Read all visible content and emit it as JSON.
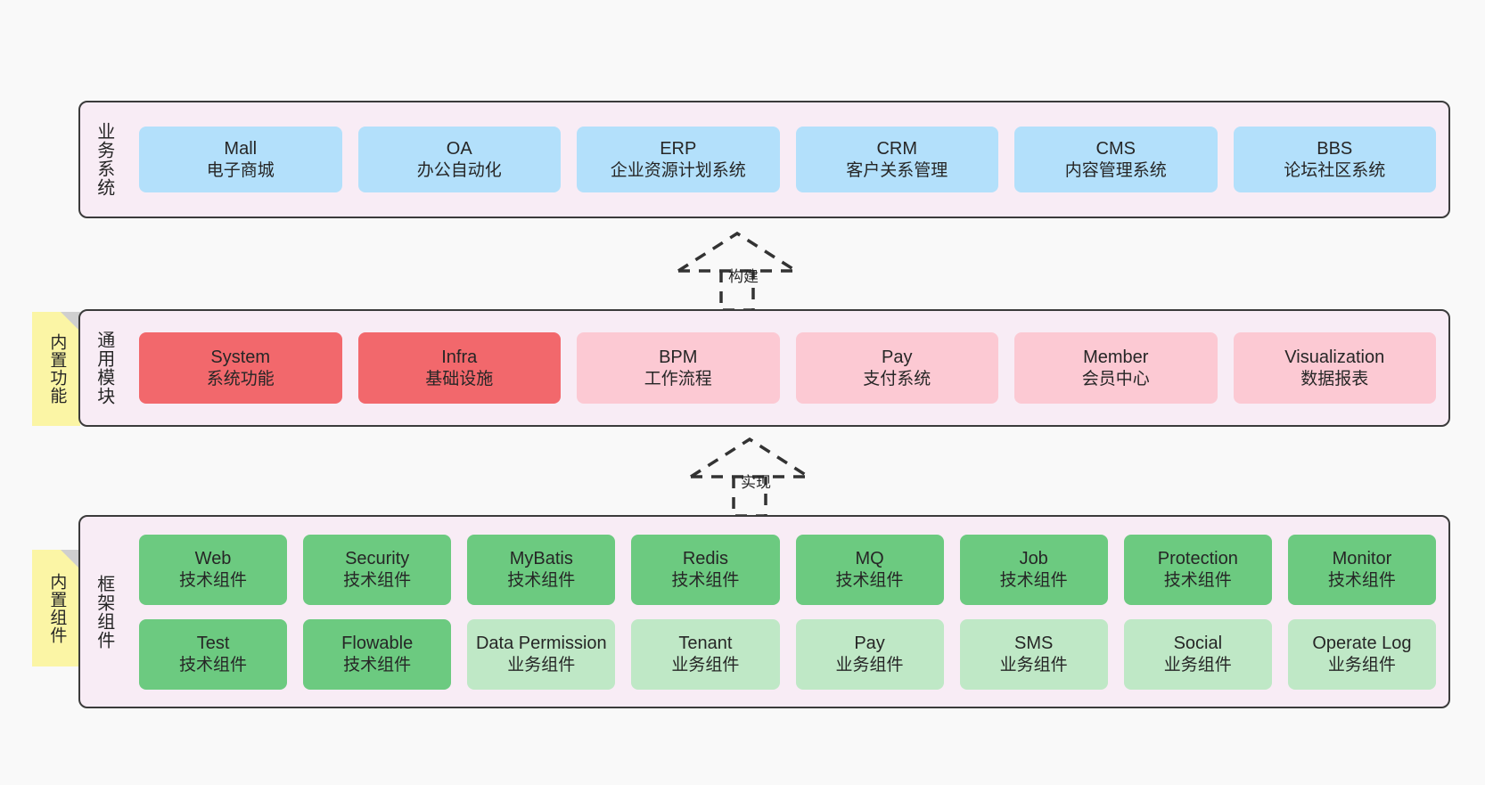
{
  "diagram": {
    "background": "#f9f9f9",
    "layers": [
      {
        "id": "business",
        "title": "业务系统",
        "rows": [
          {
            "cells": [
              {
                "en": "Mall",
                "cn": "电子商城",
                "color": "#b3e0fb"
              },
              {
                "en": "OA",
                "cn": "办公自动化",
                "color": "#b3e0fb"
              },
              {
                "en": "ERP",
                "cn": "企业资源计划系统",
                "color": "#b3e0fb"
              },
              {
                "en": "CRM",
                "cn": "客户关系管理",
                "color": "#b3e0fb"
              },
              {
                "en": "CMS",
                "cn": "内容管理系统",
                "color": "#b3e0fb"
              },
              {
                "en": "BBS",
                "cn": "论坛社区系统",
                "color": "#b3e0fb"
              }
            ]
          }
        ]
      },
      {
        "id": "common",
        "title": "通用模块",
        "note": "内置功能",
        "rows": [
          {
            "cells": [
              {
                "en": "System",
                "cn": "系统功能",
                "color": "#f2686c"
              },
              {
                "en": "Infra",
                "cn": "基础设施",
                "color": "#f2686c"
              },
              {
                "en": "BPM",
                "cn": "工作流程",
                "color": "#fcc9d3"
              },
              {
                "en": "Pay",
                "cn": "支付系统",
                "color": "#fcc9d3"
              },
              {
                "en": "Member",
                "cn": "会员中心",
                "color": "#fcc9d3"
              },
              {
                "en": "Visualization",
                "cn": "数据报表",
                "color": "#fcc9d3"
              }
            ]
          }
        ]
      },
      {
        "id": "framework",
        "title": "框架组件",
        "note": "内置组件",
        "rows": [
          {
            "cells": [
              {
                "en": "Web",
                "cn": "技术组件",
                "color": "#6cca80"
              },
              {
                "en": "Security",
                "cn": "技术组件",
                "color": "#6cca80"
              },
              {
                "en": "MyBatis",
                "cn": "技术组件",
                "color": "#6cca80"
              },
              {
                "en": "Redis",
                "cn": "技术组件",
                "color": "#6cca80"
              },
              {
                "en": "MQ",
                "cn": "技术组件",
                "color": "#6cca80"
              },
              {
                "en": "Job",
                "cn": "技术组件",
                "color": "#6cca80"
              },
              {
                "en": "Protection",
                "cn": "技术组件",
                "color": "#6cca80"
              },
              {
                "en": "Monitor",
                "cn": "技术组件",
                "color": "#6cca80"
              }
            ]
          },
          {
            "cells": [
              {
                "en": "Test",
                "cn": "技术组件",
                "color": "#6cca80"
              },
              {
                "en": "Flowable",
                "cn": "技术组件",
                "color": "#6cca80"
              },
              {
                "en": "Data Permission",
                "cn": "业务组件",
                "color": "#bfe8c6"
              },
              {
                "en": "Tenant",
                "cn": "业务组件",
                "color": "#bfe8c6"
              },
              {
                "en": "Pay",
                "cn": "业务组件",
                "color": "#bfe8c6"
              },
              {
                "en": "SMS",
                "cn": "业务组件",
                "color": "#bfe8c6"
              },
              {
                "en": "Social",
                "cn": "业务组件",
                "color": "#bfe8c6"
              },
              {
                "en": "Operate Log",
                "cn": "业务组件",
                "color": "#bfe8c6"
              }
            ]
          }
        ]
      }
    ],
    "connectors": [
      {
        "id": "build",
        "label": "构建",
        "style": "dashed-generalization",
        "direction": "up"
      },
      {
        "id": "implement",
        "label": "实现",
        "style": "dashed-generalization",
        "direction": "up"
      }
    ]
  }
}
